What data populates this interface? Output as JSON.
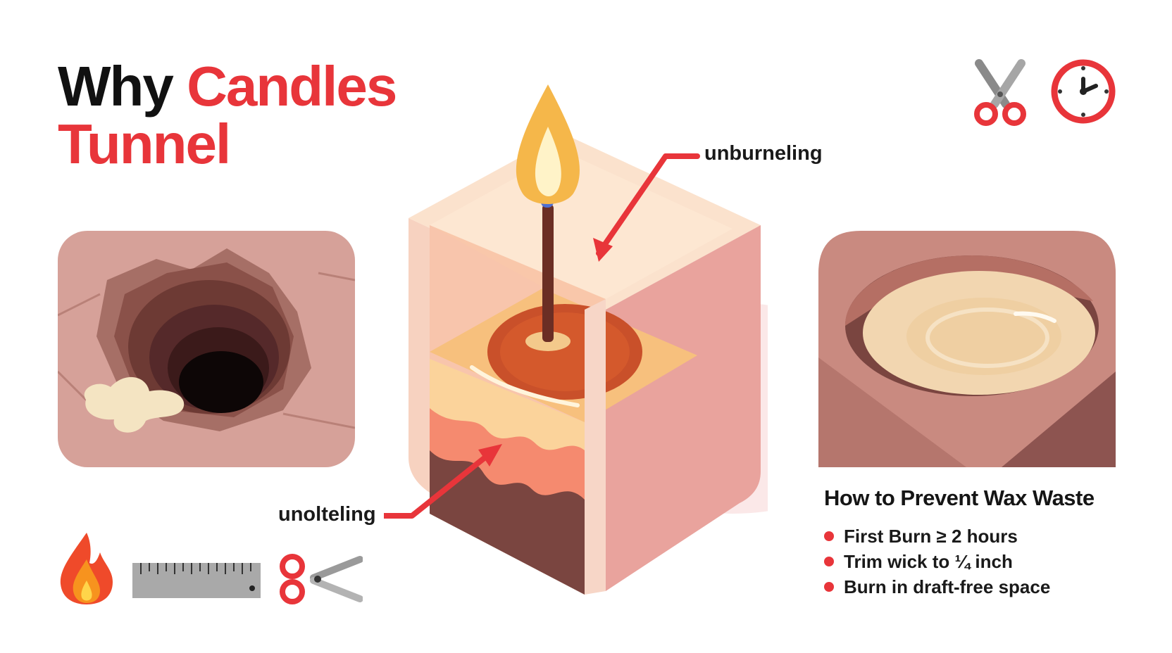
{
  "title": {
    "line1": "Why",
    "line1_accent": "Candles",
    "line2_accent": "Tunnel"
  },
  "callouts": {
    "top": "unburneling",
    "bottom": "unolteling"
  },
  "tips": {
    "heading": "How to Prevent Wax Waste",
    "items": [
      "First Burn ≥ 2 hours",
      "Trim wick to ¼ inch",
      "Burn in draft-free space"
    ]
  },
  "icons": {
    "top_right": [
      "scissors-icon",
      "clock-icon"
    ],
    "bottom_left": [
      "flame-icon",
      "ruler-icon",
      "scissors-icon"
    ]
  },
  "colors": {
    "accent": "#e8353a",
    "panel": "#d9a097",
    "wax_light": "#f4dcb4",
    "wick": "#6b2e24"
  }
}
